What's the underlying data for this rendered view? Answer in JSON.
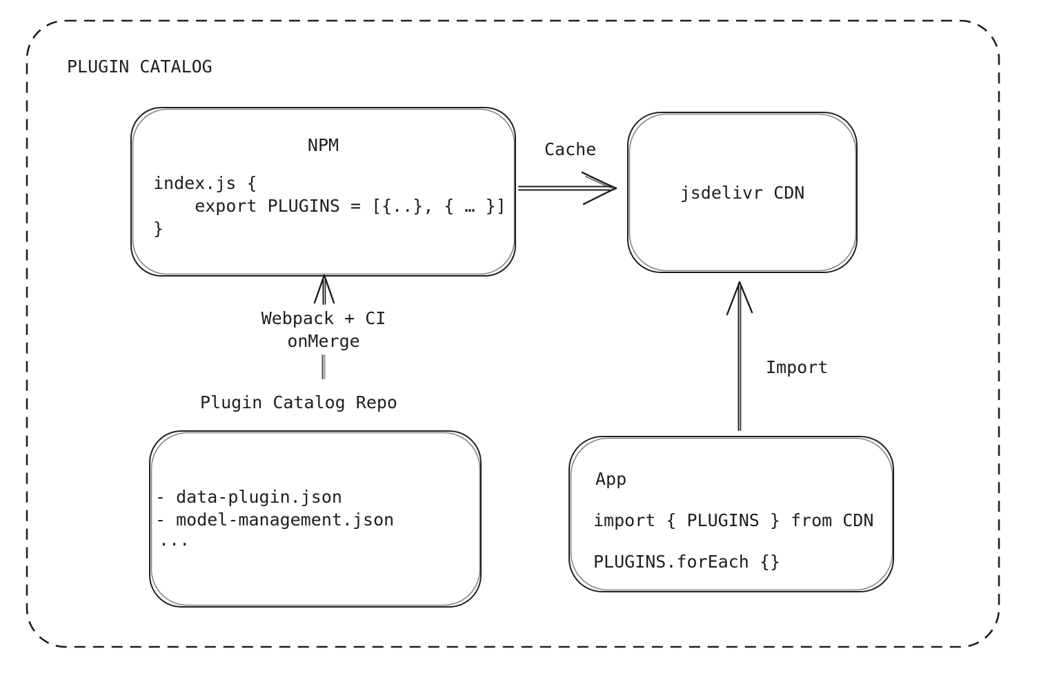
{
  "diagram": {
    "title": "PLUGIN CATALOG",
    "colors": {
      "stroke": "#1e1e1e",
      "background": "#ffffff",
      "connector_gray": "#4d4d4d"
    },
    "nodes": {
      "npm": {
        "title": "NPM",
        "code": {
          "line1": "index.js {",
          "line2": "    export PLUGINS = [{..}, { … }]",
          "line3": "}"
        }
      },
      "cdn": {
        "label": "jsdelivr CDN"
      },
      "repo": {
        "label": "Plugin Catalog Repo",
        "files": {
          "line1": "- data-plugin.json",
          "line2": "- model-management.json",
          "line3": "..."
        }
      },
      "app": {
        "title": "App",
        "code": {
          "line1": "import { PLUGINS } from CDN",
          "line2": "PLUGINS.forEach {}"
        }
      }
    },
    "edges": {
      "cache": {
        "label": "Cache"
      },
      "build": {
        "label_line1": "Webpack + CI",
        "label_line2": "onMerge"
      },
      "import": {
        "label": "Import"
      }
    }
  }
}
